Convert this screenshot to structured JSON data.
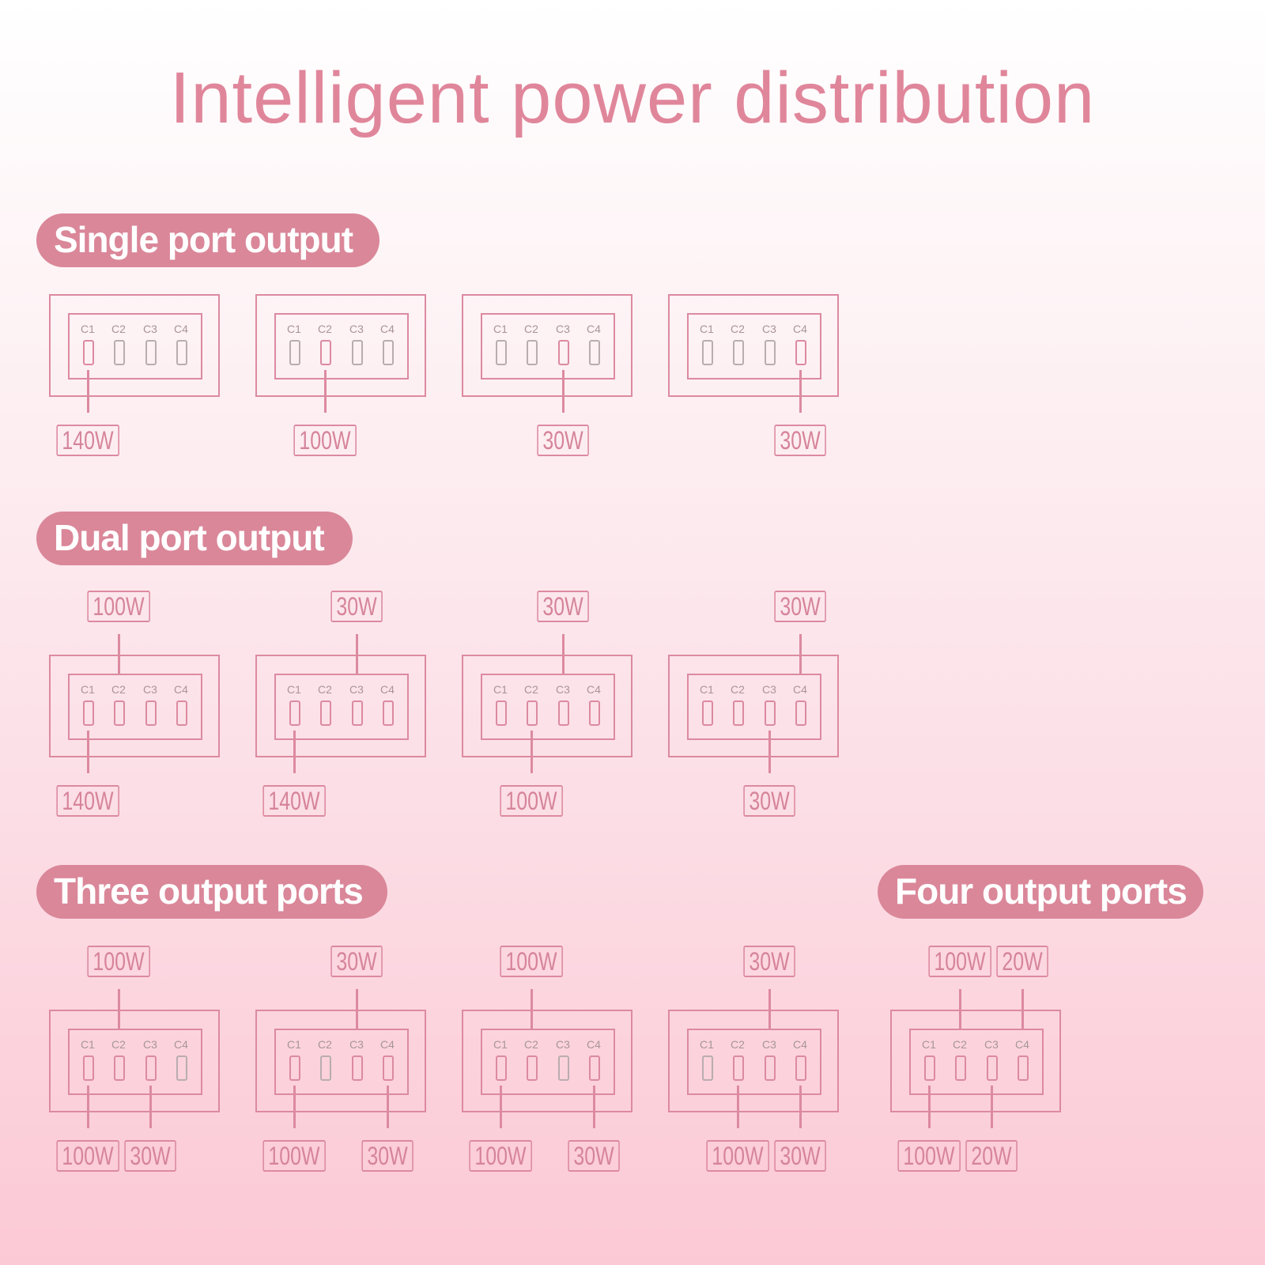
{
  "title": "Intelligent power distribution",
  "ports": [
    "C1",
    "C2",
    "C3",
    "C4"
  ],
  "colors": {
    "accent": "#da8799",
    "line": "#dc8aa0",
    "inactive": "#b9adb0",
    "title": "#e0869b"
  },
  "sections": [
    {
      "label": "Single port output",
      "diagrams": [
        {
          "active": [
            1
          ],
          "top": [],
          "bottom": [
            {
              "port": 1,
              "watts": "140W"
            }
          ]
        },
        {
          "active": [
            2
          ],
          "top": [],
          "bottom": [
            {
              "port": 2,
              "watts": "100W"
            }
          ]
        },
        {
          "active": [
            3
          ],
          "top": [],
          "bottom": [
            {
              "port": 3,
              "watts": "30W"
            }
          ]
        },
        {
          "active": [
            4
          ],
          "top": [],
          "bottom": [
            {
              "port": 4,
              "watts": "30W"
            }
          ]
        }
      ]
    },
    {
      "label": "Dual port output",
      "diagrams": [
        {
          "active": [
            1,
            2,
            3,
            4
          ],
          "top": [
            {
              "port": 2,
              "watts": "100W"
            }
          ],
          "bottom": [
            {
              "port": 1,
              "watts": "140W"
            }
          ]
        },
        {
          "active": [
            1,
            2,
            3,
            4
          ],
          "top": [
            {
              "port": 3,
              "watts": "30W"
            }
          ],
          "bottom": [
            {
              "port": 1,
              "watts": "140W"
            }
          ]
        },
        {
          "active": [
            1,
            2,
            3,
            4
          ],
          "top": [
            {
              "port": 3,
              "watts": "30W"
            }
          ],
          "bottom": [
            {
              "port": 2,
              "watts": "100W"
            }
          ]
        },
        {
          "active": [
            1,
            2,
            3,
            4
          ],
          "top": [
            {
              "port": 4,
              "watts": "30W"
            }
          ],
          "bottom": [
            {
              "port": 3,
              "watts": "30W"
            }
          ]
        }
      ]
    },
    {
      "label": "Three output ports",
      "diagrams": [
        {
          "active": [
            1,
            2,
            3
          ],
          "top": [
            {
              "port": 2,
              "watts": "100W"
            }
          ],
          "bottom": [
            {
              "port": 1,
              "watts": "100W"
            },
            {
              "port": 3,
              "watts": "30W"
            }
          ]
        },
        {
          "active": [
            1,
            3,
            4
          ],
          "top": [
            {
              "port": 3,
              "watts": "30W"
            }
          ],
          "bottom": [
            {
              "port": 1,
              "watts": "100W"
            },
            {
              "port": 4,
              "watts": "30W"
            }
          ]
        },
        {
          "active": [
            1,
            2,
            4
          ],
          "top": [
            {
              "port": 2,
              "watts": "100W"
            }
          ],
          "bottom": [
            {
              "port": 1,
              "watts": "100W"
            },
            {
              "port": 4,
              "watts": "30W"
            }
          ]
        },
        {
          "active": [
            2,
            3,
            4
          ],
          "top": [
            {
              "port": 3,
              "watts": "30W"
            }
          ],
          "bottom": [
            {
              "port": 2,
              "watts": "100W"
            },
            {
              "port": 4,
              "watts": "30W"
            }
          ]
        }
      ]
    },
    {
      "label": "Four output ports",
      "diagrams": [
        {
          "active": [
            1,
            2,
            3,
            4
          ],
          "top": [
            {
              "port": 2,
              "watts": "100W"
            },
            {
              "port": 4,
              "watts": "20W"
            }
          ],
          "bottom": [
            {
              "port": 1,
              "watts": "100W"
            },
            {
              "port": 3,
              "watts": "20W"
            }
          ]
        }
      ]
    }
  ]
}
